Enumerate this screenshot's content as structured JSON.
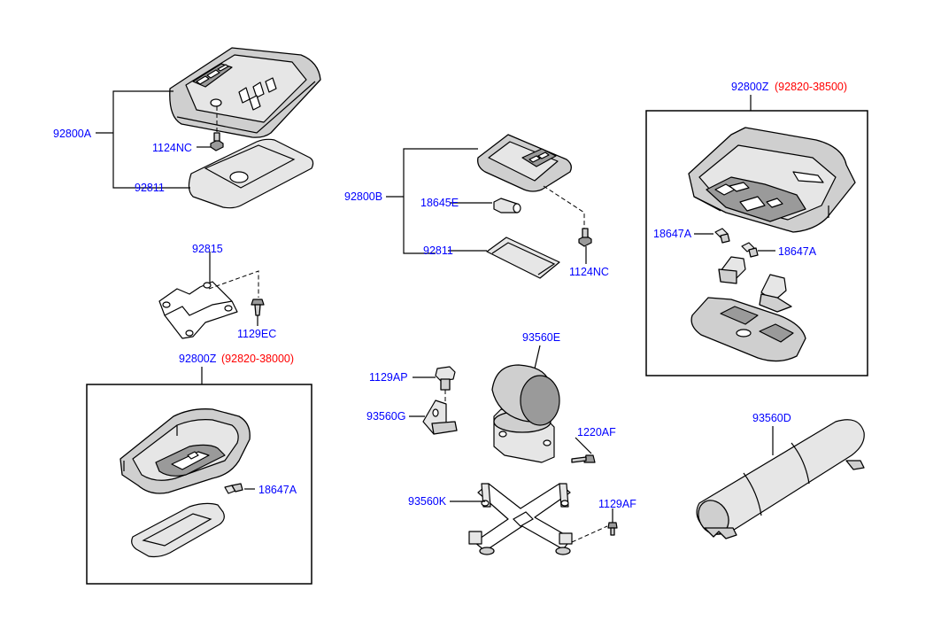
{
  "colors": {
    "part_number": "#0000ff",
    "alt_number": "#ff0000",
    "line": "#000000"
  },
  "labels": {
    "p92800A": "92800A",
    "p1124NC_left": "1124NC",
    "p92811_left": "92811",
    "p92815": "92815",
    "p1129EC": "1129EC",
    "p92800Z_left": "92800Z",
    "p92800Z_left_alt": "(92820-38000)",
    "p18647A_left": "18647A",
    "p92800B": "92800B",
    "p18645E": "18645E",
    "p92811_mid": "92811",
    "p1124NC_mid": "1124NC",
    "p93560E": "93560E",
    "p1129AP": "1129AP",
    "p93560G": "93560G",
    "p1220AF": "1220AF",
    "p93560K": "93560K",
    "p1129AF": "1129AF",
    "p92800Z_right": "92800Z",
    "p92800Z_right_alt": "(92820-38500)",
    "p18647A_right1": "18647A",
    "p18647A_right2": "18647A",
    "p93560D": "93560D"
  }
}
